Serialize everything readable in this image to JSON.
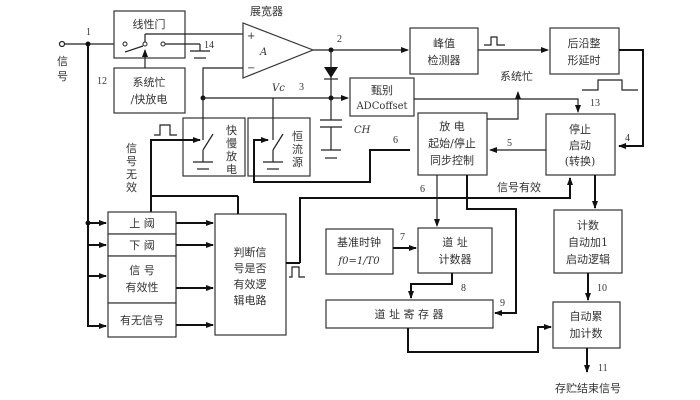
{
  "blocks": {
    "linear_gate": "线性门",
    "busy_discharge": [
      "系统忙",
      "/快放电"
    ],
    "stretcher": "展宽器",
    "amp_label": "A",
    "plus": "+",
    "minus": "−",
    "peak_detector": [
      "峰值",
      "检测器"
    ],
    "trailing_edge": [
      "后沿整",
      "形延时"
    ],
    "adc_offset": [
      "甄别",
      "ADCoffset"
    ],
    "discharge_sync": [
      "放  电",
      "起始/停止",
      "同步控制"
    ],
    "stop_start": [
      "停止",
      "启动",
      "(转换)"
    ],
    "fast_slow": [
      "快",
      "慢",
      "放",
      "电"
    ],
    "const_current": [
      "恒",
      "流",
      "源"
    ],
    "upper_threshold": "上  阈",
    "lower_threshold": "下  阈",
    "signal_validity": [
      "信  号",
      "有效性"
    ],
    "signal_presence": "有无信号",
    "judge_logic": [
      "判断信",
      "号是否",
      "有效逻",
      "辑电路"
    ],
    "ref_clock": [
      "基准时钟",
      "f0=1/T0"
    ],
    "channel_counter": [
      "道  址",
      "计数器"
    ],
    "channel_register": "道 址 寄 存 器",
    "count_logic": [
      "计数",
      "自动加1",
      "启动逻辑"
    ],
    "accumulator": [
      "自动累",
      "加计数"
    ]
  },
  "labels": {
    "signal_in": [
      "信",
      "号"
    ],
    "signal_invalid": [
      "信",
      "号",
      "无",
      "效"
    ],
    "system_busy": "系统忙",
    "signal_valid": "信号有效",
    "store_end": "存贮结束信号",
    "vc": "Vc",
    "ch": "CH"
  },
  "node_numbers": {
    "n1": "1",
    "n2": "2",
    "n3": "3",
    "n4": "4",
    "n5": "5",
    "n6a": "6",
    "n6b": "6",
    "n7": "7",
    "n8": "8",
    "n9": "9",
    "n10": "10",
    "n11": "11",
    "n12": "12",
    "n13": "13",
    "n14": "14"
  }
}
